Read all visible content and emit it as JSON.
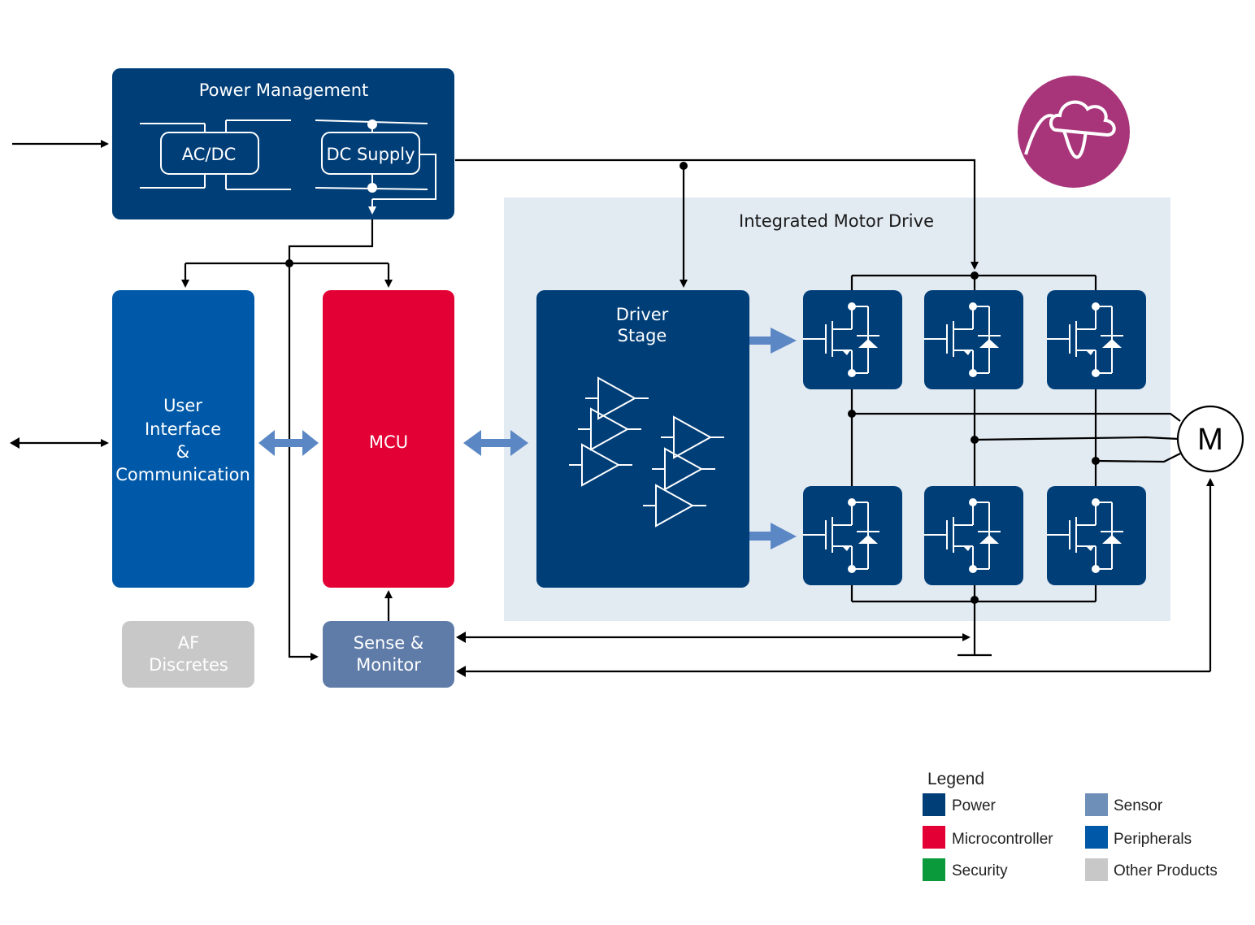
{
  "blocks": {
    "power_management": "Power Management",
    "ac_dc": "AC/DC",
    "dc_supply": "DC Supply",
    "integrated_motor_drive": "Integrated Motor Drive",
    "user_interface": [
      "User",
      "Interface",
      "&",
      "Communication"
    ],
    "mcu": "MCU",
    "driver_stage": [
      "Driver",
      "Stage"
    ],
    "af_discretes": [
      "AF",
      "Discretes"
    ],
    "sense_monitor": [
      "Sense &",
      "Monitor"
    ],
    "motor": "M"
  },
  "legend": {
    "title": "Legend",
    "items": [
      {
        "label": "Power",
        "color": "#003e78"
      },
      {
        "label": "Sensor",
        "color": "#6d8fb8"
      },
      {
        "label": "Microcontroller",
        "color": "#e30034"
      },
      {
        "label": "Peripherals",
        "color": "#0059a8"
      },
      {
        "label": "Security",
        "color": "#0a9a3c"
      },
      {
        "label": "Other Products",
        "color": "#c8c8c8"
      }
    ]
  },
  "colors": {
    "power": "#003e78",
    "peripherals": "#0059a8",
    "microcontroller": "#e30034",
    "sensor": "#5f7ca8",
    "other": "#c8c8c8",
    "drive_bg": "#e2eaf2",
    "arrow_light": "#5b87c5",
    "cloud_badge": "#a8357a"
  },
  "icons": {
    "badge": "cloud-wave-icon",
    "transistor": "igbt-icon",
    "amplifier": "amplifier-icon"
  }
}
